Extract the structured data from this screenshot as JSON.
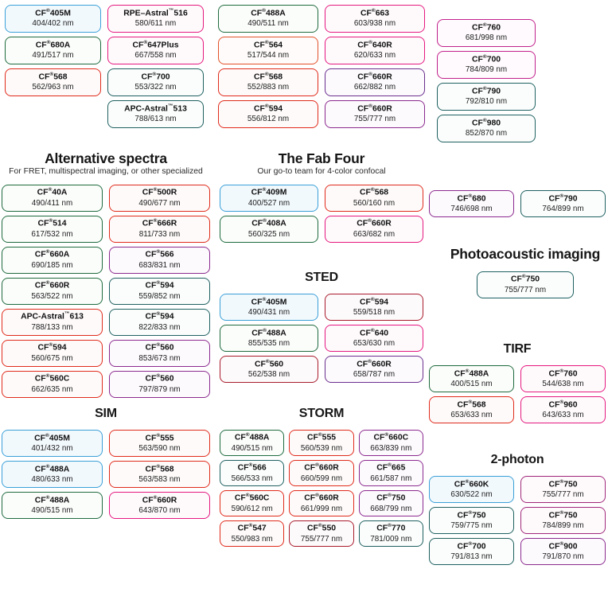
{
  "page": {
    "title": "Fluorescent dye selection chart",
    "background": "#ffffff"
  },
  "palette": {
    "blue": "#3a9fd8",
    "green": "#1f6b3e",
    "teal": "#1f6060",
    "red": "#e02b1b",
    "orange": "#e2512a",
    "darkred": "#a81b2c",
    "pink": "#e5187f",
    "magenta": "#c2218c",
    "purple": "#8b2a8f",
    "violet": "#6b2f8e",
    "plum": "#a0277a"
  },
  "registered_mark": "®",
  "trademark_mark": "™",
  "units": "nm",
  "sections": [
    {
      "id": "top-left",
      "title": "",
      "subtitle": "",
      "columns": 2,
      "items": [
        {
          "name": "CF",
          "sup": "®",
          "suffix": "405M",
          "ex_em": "404/402 nm",
          "color": "blue"
        },
        {
          "name": "RPE–Astral",
          "sup": "™",
          "suffix": "516",
          "ex_em": "580/611 nm",
          "color": "pink"
        },
        {
          "name": "CF",
          "sup": "®",
          "suffix": "680A",
          "ex_em": "491/517 nm",
          "color": "green"
        },
        {
          "name": "CF",
          "sup": "®",
          "suffix": "647Plus",
          "ex_em": "667/558 nm",
          "color": "pink"
        },
        {
          "name": "CF",
          "sup": "®",
          "suffix": "568",
          "ex_em": "562/963 nm",
          "color": "red"
        },
        {
          "name": "CF",
          "sup": "®",
          "suffix": "700",
          "ex_em": "553/322 nm",
          "color": "teal"
        },
        {
          "name": "",
          "sup": "",
          "suffix": "",
          "ex_em": "",
          "color": "none"
        },
        {
          "name": "APC-Astral",
          "sup": "™",
          "suffix": "513",
          "ex_em": "788/613 nm",
          "color": "teal"
        }
      ]
    },
    {
      "id": "top-middle",
      "title": "",
      "subtitle": "",
      "columns": 2,
      "items": [
        {
          "name": "CF",
          "sup": "®",
          "suffix": "488A",
          "ex_em": "490/511 nm",
          "color": "green"
        },
        {
          "name": "CF",
          "sup": "®",
          "suffix": "663",
          "ex_em": "603/938 nm",
          "color": "pink"
        },
        {
          "name": "CF",
          "sup": "®",
          "suffix": "564",
          "ex_em": "517/544 nm",
          "color": "orange"
        },
        {
          "name": "CF",
          "sup": "®",
          "suffix": "640R",
          "ex_em": "620/633 nm",
          "color": "pink"
        },
        {
          "name": "CF",
          "sup": "®",
          "suffix": "568",
          "ex_em": "552/883 nm",
          "color": "red"
        },
        {
          "name": "CF",
          "sup": "®",
          "suffix": "660R",
          "ex_em": "662/882 nm",
          "color": "violet"
        },
        {
          "name": "CF",
          "sup": "®",
          "suffix": "594",
          "ex_em": "556/812 nm",
          "color": "red"
        },
        {
          "name": "CF",
          "sup": "®",
          "suffix": "660R",
          "ex_em": "755/777 nm",
          "color": "purple"
        }
      ]
    },
    {
      "id": "top-right",
      "title": "",
      "subtitle": "",
      "columns": 1,
      "items": [
        {
          "name": "CF",
          "sup": "®",
          "suffix": "760",
          "ex_em": "681/998 nm",
          "color": "magenta"
        },
        {
          "name": "CF",
          "sup": "®",
          "suffix": "700",
          "ex_em": "784/809 nm",
          "color": "magenta"
        },
        {
          "name": "CF",
          "sup": "®",
          "suffix": "790",
          "ex_em": "792/810 nm",
          "color": "teal"
        },
        {
          "name": "CF",
          "sup": "®",
          "suffix": "980",
          "ex_em": "852/870 nm",
          "color": "teal"
        }
      ]
    },
    {
      "id": "alternative-spectra",
      "title": "Alternative spectra",
      "subtitle": "For FRET, multispectral imaging, or other specialized",
      "columns": 2,
      "items": [
        {
          "name": "CF",
          "sup": "®",
          "suffix": "40A",
          "ex_em": "490/411 nm",
          "color": "green"
        },
        {
          "name": "CF",
          "sup": "®",
          "suffix": "500R",
          "ex_em": "490/677 nm",
          "color": "red"
        },
        {
          "name": "CF",
          "sup": "®",
          "suffix": "514",
          "ex_em": "617/532 nm",
          "color": "green"
        },
        {
          "name": "CF",
          "sup": "®",
          "suffix": "666R",
          "ex_em": "811/733 nm",
          "color": "red"
        },
        {
          "name": "CF",
          "sup": "®",
          "suffix": "660A",
          "ex_em": "690/185 nm",
          "color": "green"
        },
        {
          "name": "CF",
          "sup": "®",
          "suffix": "566",
          "ex_em": "683/831 nm",
          "color": "purple"
        },
        {
          "name": "CF",
          "sup": "®",
          "suffix": "660R",
          "ex_em": "563/522 nm",
          "color": "green"
        },
        {
          "name": "CF",
          "sup": "®",
          "suffix": "594",
          "ex_em": "559/852 nm",
          "color": "teal"
        },
        {
          "name": "APC-Astral",
          "sup": "™",
          "suffix": "613",
          "ex_em": "788/133 nm",
          "color": "red"
        },
        {
          "name": "CF",
          "sup": "®",
          "suffix": "594",
          "ex_em": "822/833 nm",
          "color": "teal"
        },
        {
          "name": "CF",
          "sup": "®",
          "suffix": "594",
          "ex_em": "560/675 nm",
          "color": "red"
        },
        {
          "name": "CF",
          "sup": "®",
          "suffix": "560",
          "ex_em": "853/673 nm",
          "color": "purple"
        },
        {
          "name": "CF",
          "sup": "®",
          "suffix": "560C",
          "ex_em": "662/635 nm",
          "color": "red"
        },
        {
          "name": "CF",
          "sup": "®",
          "suffix": "560",
          "ex_em": "797/879 nm",
          "color": "purple"
        }
      ]
    },
    {
      "id": "fab-four",
      "title": "The Fab Four",
      "subtitle": "Our go-to team for 4-color confocal",
      "columns": 2,
      "items": [
        {
          "name": "CF",
          "sup": "®",
          "suffix": "409M",
          "ex_em": "400/527 nm",
          "color": "blue"
        },
        {
          "name": "CF",
          "sup": "®",
          "suffix": "568",
          "ex_em": "560/160 nm",
          "color": "red"
        },
        {
          "name": "CF",
          "sup": "®",
          "suffix": "408A",
          "ex_em": "560/325 nm",
          "color": "green"
        },
        {
          "name": "CF",
          "sup": "®",
          "suffix": "660R",
          "ex_em": "663/682 nm",
          "color": "pink"
        }
      ]
    },
    {
      "id": "sted",
      "title": "STED",
      "subtitle": "",
      "columns": 2,
      "items": [
        {
          "name": "CF",
          "sup": "®",
          "suffix": "405M",
          "ex_em": "490/431 nm",
          "color": "blue"
        },
        {
          "name": "CF",
          "sup": "®",
          "suffix": "594",
          "ex_em": "559/518 nm",
          "color": "darkred"
        },
        {
          "name": "CF",
          "sup": "®",
          "suffix": "488A",
          "ex_em": "855/535 nm",
          "color": "green"
        },
        {
          "name": "CF",
          "sup": "®",
          "suffix": "640",
          "ex_em": "653/630 nm",
          "color": "pink"
        },
        {
          "name": "CF",
          "sup": "®",
          "suffix": "560",
          "ex_em": "562/538 nm",
          "color": "darkred"
        },
        {
          "name": "CF",
          "sup": "®",
          "suffix": "660R",
          "ex_em": "658/787 nm",
          "color": "violet"
        }
      ]
    },
    {
      "id": "sim",
      "title": "SIM",
      "subtitle": "",
      "columns": 2,
      "items": [
        {
          "name": "CF",
          "sup": "®",
          "suffix": "405M",
          "ex_em": "401/432 nm",
          "color": "blue"
        },
        {
          "name": "CF",
          "sup": "®",
          "suffix": "555",
          "ex_em": "563/590 nm",
          "color": "red"
        },
        {
          "name": "CF",
          "sup": "®",
          "suffix": "488A",
          "ex_em": "480/633 nm",
          "color": "blue"
        },
        {
          "name": "CF",
          "sup": "®",
          "suffix": "568",
          "ex_em": "563/583 nm",
          "color": "red"
        },
        {
          "name": "CF",
          "sup": "®",
          "suffix": "488A",
          "ex_em": "490/515 nm",
          "color": "green"
        },
        {
          "name": "CF",
          "sup": "®",
          "suffix": "660R",
          "ex_em": "643/870 nm",
          "color": "pink"
        }
      ]
    },
    {
      "id": "storm",
      "title": "STORM",
      "subtitle": "",
      "columns": 3,
      "items": [
        {
          "name": "CF",
          "sup": "®",
          "suffix": "488A",
          "ex_em": "490/515 nm",
          "color": "green"
        },
        {
          "name": "CF",
          "sup": "®",
          "suffix": "555",
          "ex_em": "560/539 nm",
          "color": "red"
        },
        {
          "name": "CF",
          "sup": "®",
          "suffix": "660C",
          "ex_em": "663/839 nm",
          "color": "purple"
        },
        {
          "name": "CF",
          "sup": "®",
          "suffix": "566",
          "ex_em": "566/533 nm",
          "color": "teal"
        },
        {
          "name": "CF",
          "sup": "®",
          "suffix": "660R",
          "ex_em": "660/599 nm",
          "color": "red"
        },
        {
          "name": "CF",
          "sup": "®",
          "suffix": "665",
          "ex_em": "661/587 nm",
          "color": "purple"
        },
        {
          "name": "CF",
          "sup": "®",
          "suffix": "560C",
          "ex_em": "590/612 nm",
          "color": "red"
        },
        {
          "name": "CF",
          "sup": "®",
          "suffix": "660R",
          "ex_em": "661/999 nm",
          "color": "red"
        },
        {
          "name": "CF",
          "sup": "®",
          "suffix": "750",
          "ex_em": "668/799 nm",
          "color": "purple"
        },
        {
          "name": "CF",
          "sup": "®",
          "suffix": "547",
          "ex_em": "550/983 nm",
          "color": "red"
        },
        {
          "name": "CF",
          "sup": "®",
          "suffix": "550",
          "ex_em": "755/777 nm",
          "color": "darkred"
        },
        {
          "name": "CF",
          "sup": "®",
          "suffix": "770",
          "ex_em": "781/009 nm",
          "color": "teal"
        }
      ]
    },
    {
      "id": "right-pair",
      "title": "",
      "subtitle": "",
      "columns": 2,
      "items": [
        {
          "name": "CF",
          "sup": "®",
          "suffix": "680",
          "ex_em": "746/698 nm",
          "color": "purple"
        },
        {
          "name": "CF",
          "sup": "®",
          "suffix": "790",
          "ex_em": "764/899 nm",
          "color": "teal"
        }
      ]
    },
    {
      "id": "photoacoustic",
      "title": "Photoacoustic imaging",
      "subtitle": "",
      "columns": 1,
      "items": [
        {
          "name": "CF",
          "sup": "®",
          "suffix": "750",
          "ex_em": "755/777 nm",
          "color": "teal"
        }
      ]
    },
    {
      "id": "tirf",
      "title": "TIRF",
      "subtitle": "",
      "columns": 2,
      "items": [
        {
          "name": "CF",
          "sup": "®",
          "suffix": "488A",
          "ex_em": "400/515 nm",
          "color": "green"
        },
        {
          "name": "CF",
          "sup": "®",
          "suffix": "760",
          "ex_em": "544/638 nm",
          "color": "pink"
        },
        {
          "name": "CF",
          "sup": "®",
          "suffix": "568",
          "ex_em": "653/633 nm",
          "color": "red"
        },
        {
          "name": "CF",
          "sup": "®",
          "suffix": "960",
          "ex_em": "643/633 nm",
          "color": "pink"
        }
      ]
    },
    {
      "id": "two-photon",
      "title": "2-photon",
      "subtitle": "",
      "columns": 2,
      "items": [
        {
          "name": "CF",
          "sup": "®",
          "suffix": "660K",
          "ex_em": "630/522 nm",
          "color": "blue"
        },
        {
          "name": "CF",
          "sup": "®",
          "suffix": "750",
          "ex_em": "755/777 nm",
          "color": "plum"
        },
        {
          "name": "CF",
          "sup": "®",
          "suffix": "750",
          "ex_em": "759/775 nm",
          "color": "teal"
        },
        {
          "name": "CF",
          "sup": "®",
          "suffix": "750",
          "ex_em": "784/899 nm",
          "color": "plum"
        },
        {
          "name": "CF",
          "sup": "®",
          "suffix": "700",
          "ex_em": "791/813 nm",
          "color": "teal"
        },
        {
          "name": "CF",
          "sup": "®",
          "suffix": "900",
          "ex_em": "791/870 nm",
          "color": "purple"
        }
      ]
    }
  ]
}
